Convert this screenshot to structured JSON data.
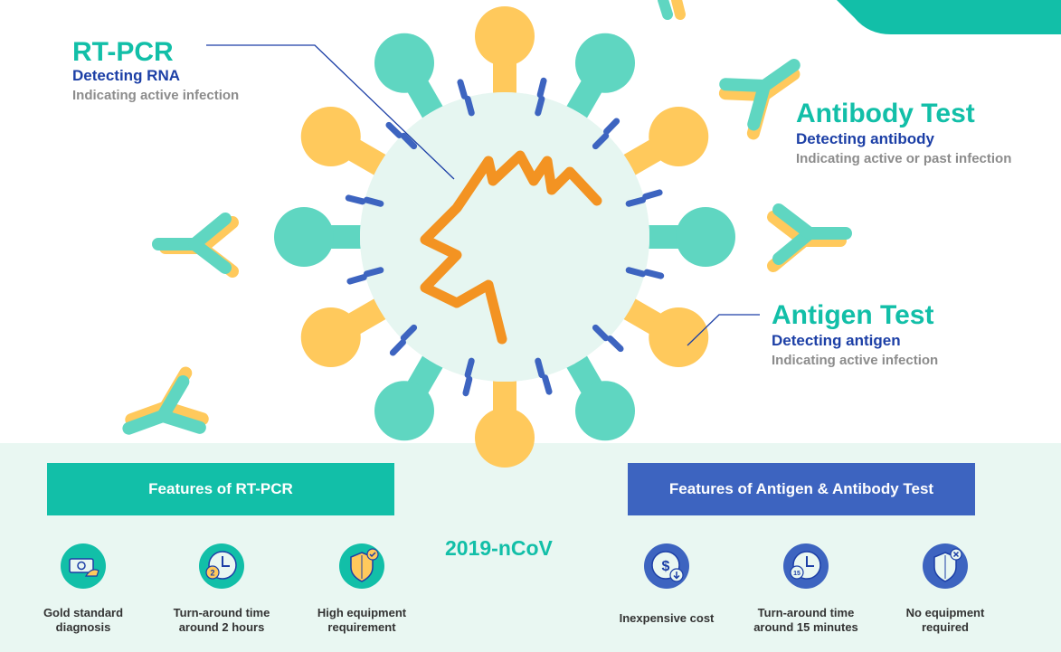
{
  "colors": {
    "teal": "#12bfa8",
    "navy": "#1c3fa6",
    "gray": "#8c8c8c",
    "orange": "#f39322",
    "yellow": "#ffc95c",
    "mint": "#5fd6c1",
    "band": "#e9f7f2",
    "blue_banner": "#3d64c0"
  },
  "rt_pcr": {
    "title": "RT-PCR",
    "subtitle": "Detecting RNA",
    "note": "Indicating active infection"
  },
  "antibody": {
    "title": "Antibody Test",
    "subtitle": "Detecting antibody",
    "note": "Indicating active or past infection"
  },
  "antigen": {
    "title": "Antigen Test",
    "subtitle": "Detecting antigen",
    "note": "Indicating active infection"
  },
  "virus_label": "2019-nCoV",
  "pcr_features": {
    "heading": "Features of RT-PCR",
    "items": [
      {
        "icon": "money-icon",
        "label": "Gold standard\ndiagnosis"
      },
      {
        "icon": "clock-2-icon",
        "label": "Turn-around time\naround 2 hours"
      },
      {
        "icon": "shield-check-icon",
        "label": "High equipment\nrequirement"
      }
    ]
  },
  "rapid_features": {
    "heading": "Features of Antigen & Antibody Test",
    "items": [
      {
        "icon": "dollar-down-icon",
        "label": "Inexpensive cost"
      },
      {
        "icon": "clock-15-icon",
        "label": "Turn-around time\naround 15 minutes"
      },
      {
        "icon": "shield-x-icon",
        "label": "No equipment\nrequired"
      }
    ]
  }
}
